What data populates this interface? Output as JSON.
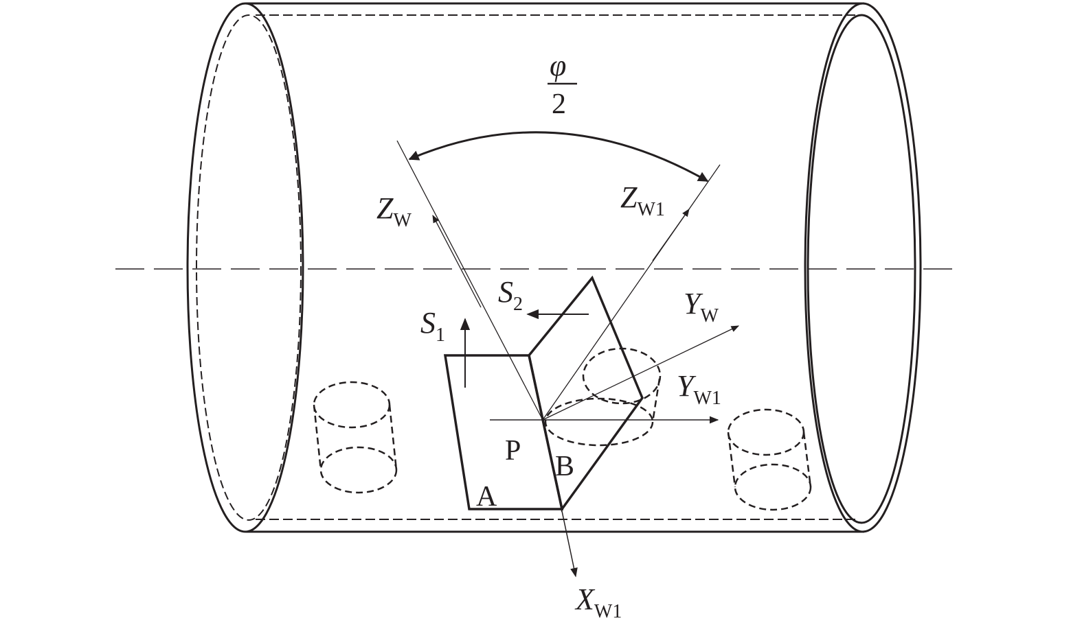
{
  "angle": {
    "numerator": "φ",
    "denominator": "2"
  },
  "axes": {
    "zw": {
      "main": "Z",
      "sub": "W"
    },
    "zw1": {
      "main": "Z",
      "sub": "W1"
    },
    "yw": {
      "main": "Y",
      "sub": "W"
    },
    "yw1": {
      "main": "Y",
      "sub": "W1"
    },
    "xw1": {
      "main": "X",
      "sub": "W1"
    }
  },
  "motions": {
    "s1": {
      "main": "S",
      "sub": "1"
    },
    "s2": {
      "main": "S",
      "sub": "2"
    }
  },
  "points": {
    "p": "P",
    "a": "A",
    "b": "B"
  },
  "colors": {
    "ink": "#231f20"
  }
}
